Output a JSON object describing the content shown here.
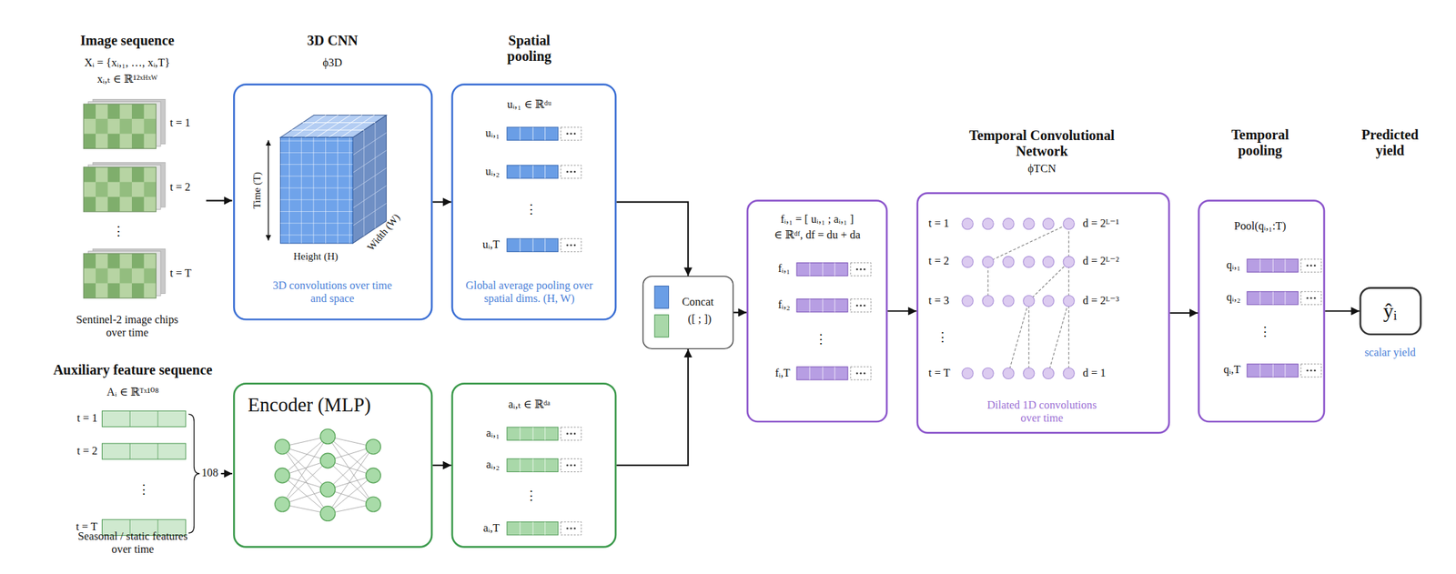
{
  "diagram": {
    "nodes": [
      {
        "text": [
          "3D CNN",
          "ϕ3D",
          "Time (T)",
          "Height (H)",
          "Width (W)",
          "3D convolutions over time and space"
        ]
      },
      {
        "text": [
          "Spatial pooling",
          "uᵢ,₁ ∈ ℝᵈᵘ",
          "uᵢ,₁",
          "uᵢ,₂",
          "⋮",
          "uᵢ,T",
          "Global average pooling over spatial dims. (H, W)"
        ]
      },
      {
        "text": [
          "Encoder (MLP)"
        ]
      },
      {
        "text": [
          "aᵢ,ₜ ∈ ℝᵈᵃ",
          "aᵢ,₁",
          "aᵢ,₂",
          "⋮",
          "aᵢ,T"
        ]
      },
      {
        "text": [
          "Concat",
          "([ ; ])"
        ]
      },
      {
        "text": [
          "fᵢ,₁ = [ uᵢ,₁ ; aᵢ,₁ ]",
          "∈ ℝᵈᶠ, df = du + da",
          "fᵢ,₁",
          "fᵢ,₂",
          "⋮",
          "fᵢ,T"
        ]
      },
      {
        "text": [
          "Temporal Convolutional Network",
          "ϕTCN",
          "t = 1",
          "t = 2",
          "t = 3",
          "⋮",
          "t = T",
          "d = 2ᴸ⁻¹",
          "d = 2ᴸ⁻²",
          "d = 2ᴸ⁻³",
          "d = 1",
          "Dilated 1D convolutions over time"
        ]
      },
      {
        "text": [
          "Temporal pooling",
          "Pool(qᵢ,₁:T)",
          "qᵢ,₁",
          "qᵢ,₂",
          "⋮",
          "qᵢ,T"
        ]
      },
      {
        "text": [
          "Predicted yield",
          "ŷᵢ",
          "scalar yield"
        ]
      }
    ],
    "edges": [
      {
        "from": 0,
        "to": 1,
        "arrow": "to"
      },
      {
        "from": 1,
        "to": 4,
        "arrow": "to"
      },
      {
        "from": 2,
        "to": 3,
        "arrow": "to"
      },
      {
        "from": 3,
        "to": 4,
        "arrow": "to"
      },
      {
        "from": 4,
        "to": 5,
        "arrow": "to"
      },
      {
        "from": 5,
        "to": 6,
        "arrow": "to"
      },
      {
        "from": 6,
        "to": 7,
        "arrow": "to"
      },
      {
        "from": 7,
        "to": 8,
        "arrow": "to"
      }
    ],
    "labels": [
      "Image sequence",
      "Xᵢ = {xᵢ,₁, …, xᵢ,T}",
      "xᵢ,ₜ ∈ ℝ¹²ˣᴴˣᵂ",
      "t = 1",
      "t = 2",
      "⋮",
      "t = T",
      "Sentinel-2 image chips over time",
      "Auxiliary feature sequence",
      "Aᵢ ∈ ℝᵀˣ¹⁰⁸",
      "t = 1",
      "t = 2",
      "⋮",
      "t = T",
      "108",
      "Seasonal / static features over time"
    ]
  }
}
